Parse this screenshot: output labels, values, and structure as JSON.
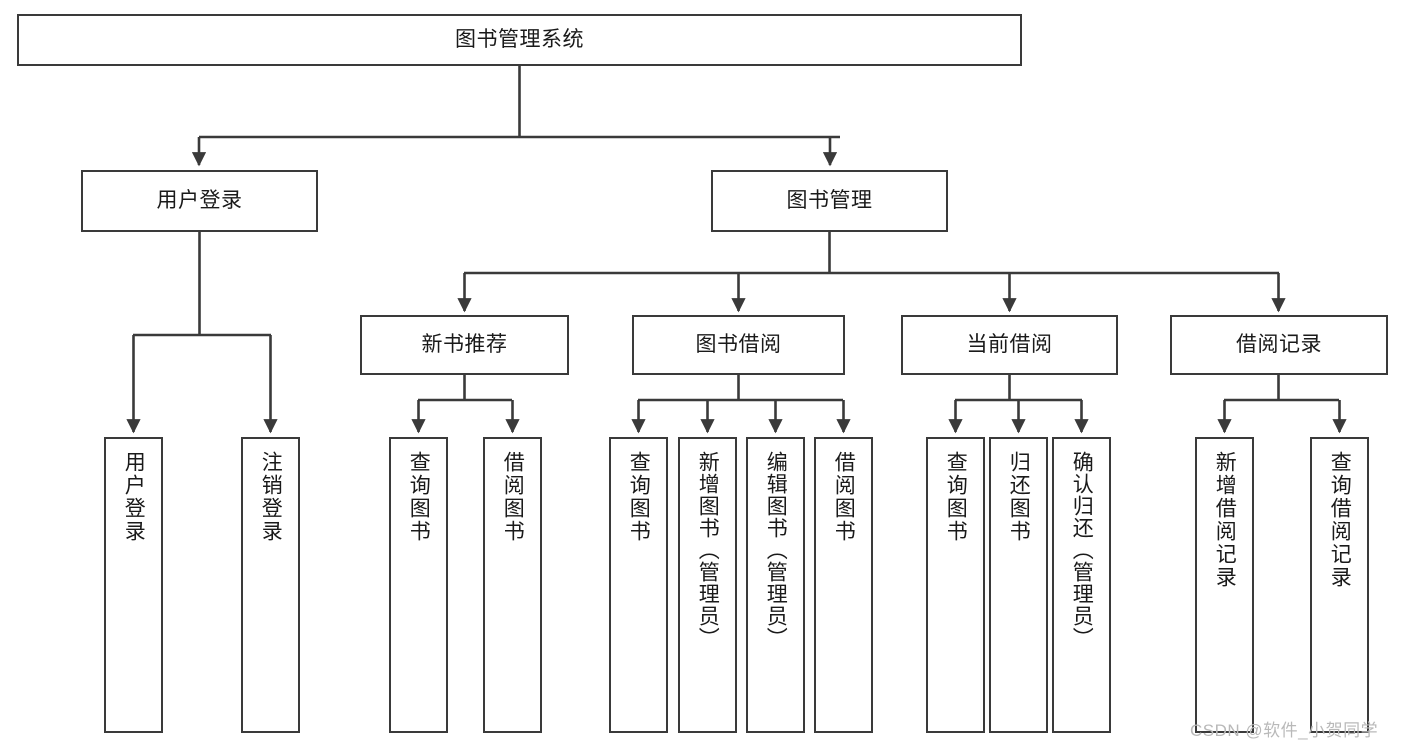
{
  "diagram": {
    "title": "图书管理系统",
    "type": "tree-hierarchy",
    "watermark": "CSDN @软件_小贺同学",
    "stroke_color": "#3a3a3a",
    "fill_color": "#ffffff",
    "text_color": "#1a1a1a",
    "watermark_color": "#b9b9b9"
  },
  "nodes": {
    "root": {
      "label": "图书管理系统"
    },
    "level2": [
      {
        "id": "user-login",
        "label": "用户登录"
      },
      {
        "id": "book-manage",
        "label": "图书管理"
      }
    ],
    "level3": [
      {
        "id": "new-book-recommend",
        "label": "新书推荐"
      },
      {
        "id": "book-borrow",
        "label": "图书借阅"
      },
      {
        "id": "current-borrow",
        "label": "当前借阅"
      },
      {
        "id": "borrow-record",
        "label": "借阅记录"
      }
    ],
    "leaves": {
      "user_login": [
        {
          "id": "leaf-user-login",
          "label": "用户登录"
        },
        {
          "id": "leaf-logout-login",
          "label": "注销登录"
        }
      ],
      "new_book_recommend": [
        {
          "id": "leaf-query-book-1",
          "label": "查询图书"
        },
        {
          "id": "leaf-borrow-book-1",
          "label": "借阅图书"
        }
      ],
      "book_borrow": [
        {
          "id": "leaf-query-book-2",
          "label": "查询图书"
        },
        {
          "id": "leaf-add-book",
          "label": "新增图书（管理员）"
        },
        {
          "id": "leaf-edit-book",
          "label": "编辑图书（管理员）"
        },
        {
          "id": "leaf-borrow-book-2",
          "label": "借阅图书"
        }
      ],
      "current_borrow": [
        {
          "id": "leaf-query-book-3",
          "label": "查询图书"
        },
        {
          "id": "leaf-return-book",
          "label": "归还图书"
        },
        {
          "id": "leaf-confirm-return",
          "label": "确认归还（管理员）"
        }
      ],
      "borrow_record": [
        {
          "id": "leaf-add-borrow-record",
          "label": "新增借阅记录"
        },
        {
          "id": "leaf-query-borrow-record",
          "label": "查询借阅记录"
        }
      ]
    }
  }
}
